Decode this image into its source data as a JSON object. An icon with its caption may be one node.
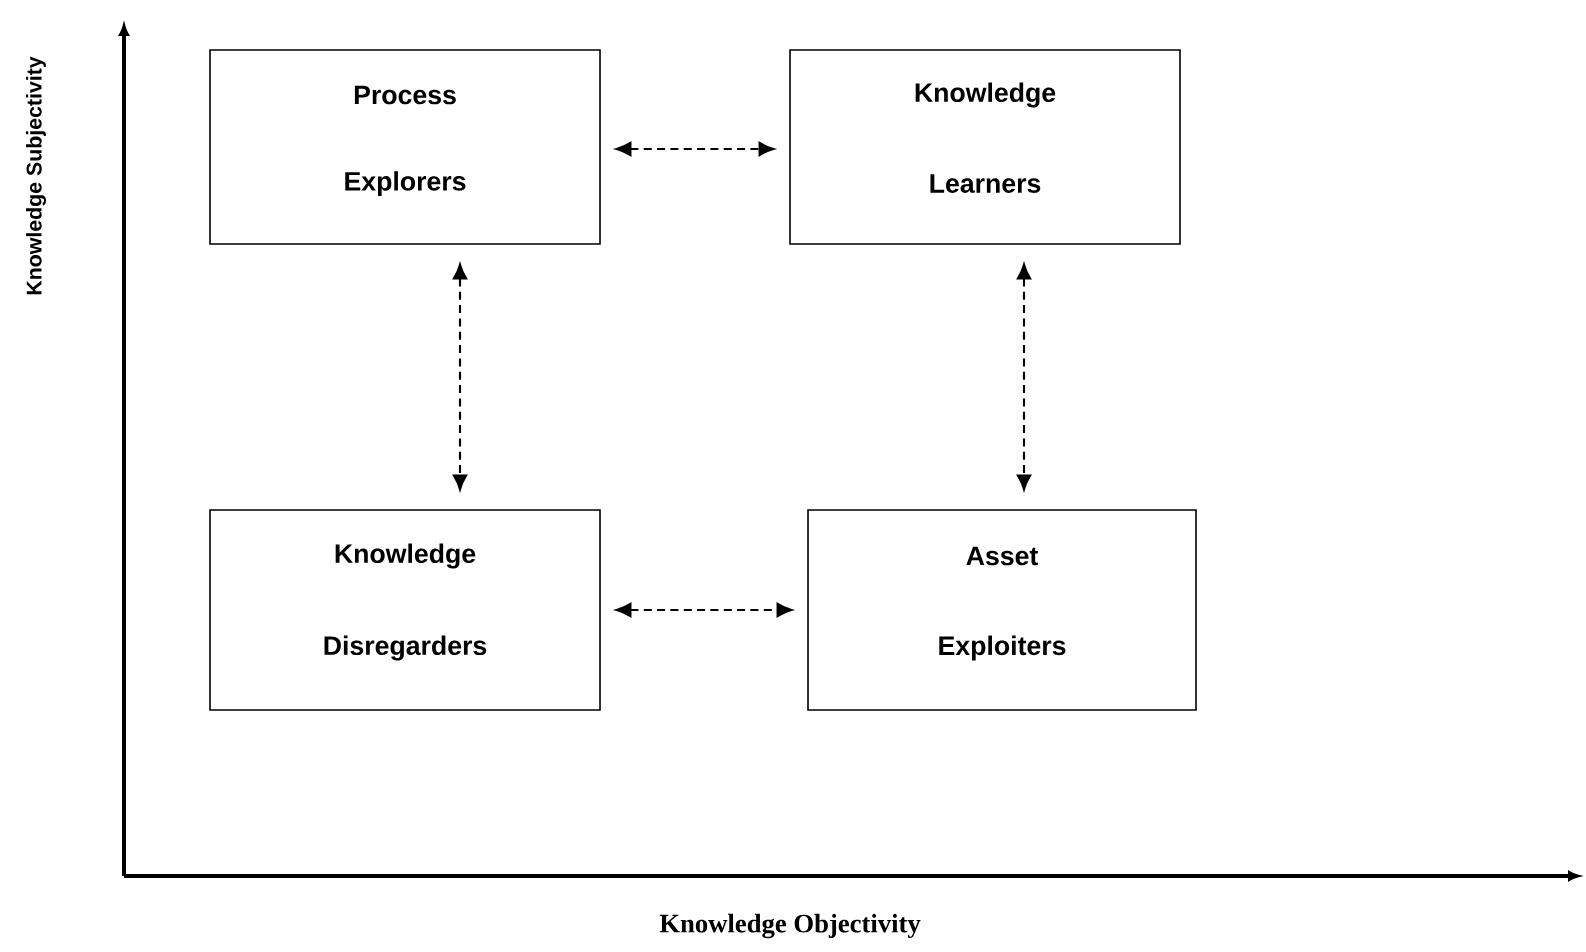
{
  "diagram": {
    "nodes": [
      {
        "text": [
          "Process",
          "Explorers"
        ]
      },
      {
        "text": [
          "Knowledge",
          "Learners"
        ]
      },
      {
        "text": [
          "Knowledge",
          "Disregarders"
        ]
      },
      {
        "text": [
          "Asset",
          "Exploiters"
        ]
      }
    ],
    "edges": [
      {
        "from": 0,
        "to": 1,
        "arrow": "both",
        "style": "dashed"
      },
      {
        "from": 0,
        "to": 2,
        "arrow": "both",
        "style": "dashed"
      },
      {
        "from": 1,
        "to": 3,
        "arrow": "both",
        "style": "dashed"
      },
      {
        "from": 2,
        "to": 3,
        "arrow": "both",
        "style": "dashed"
      }
    ],
    "labels": [
      "Knowledge Subjectivity",
      "Knowledge Objectivity"
    ]
  }
}
